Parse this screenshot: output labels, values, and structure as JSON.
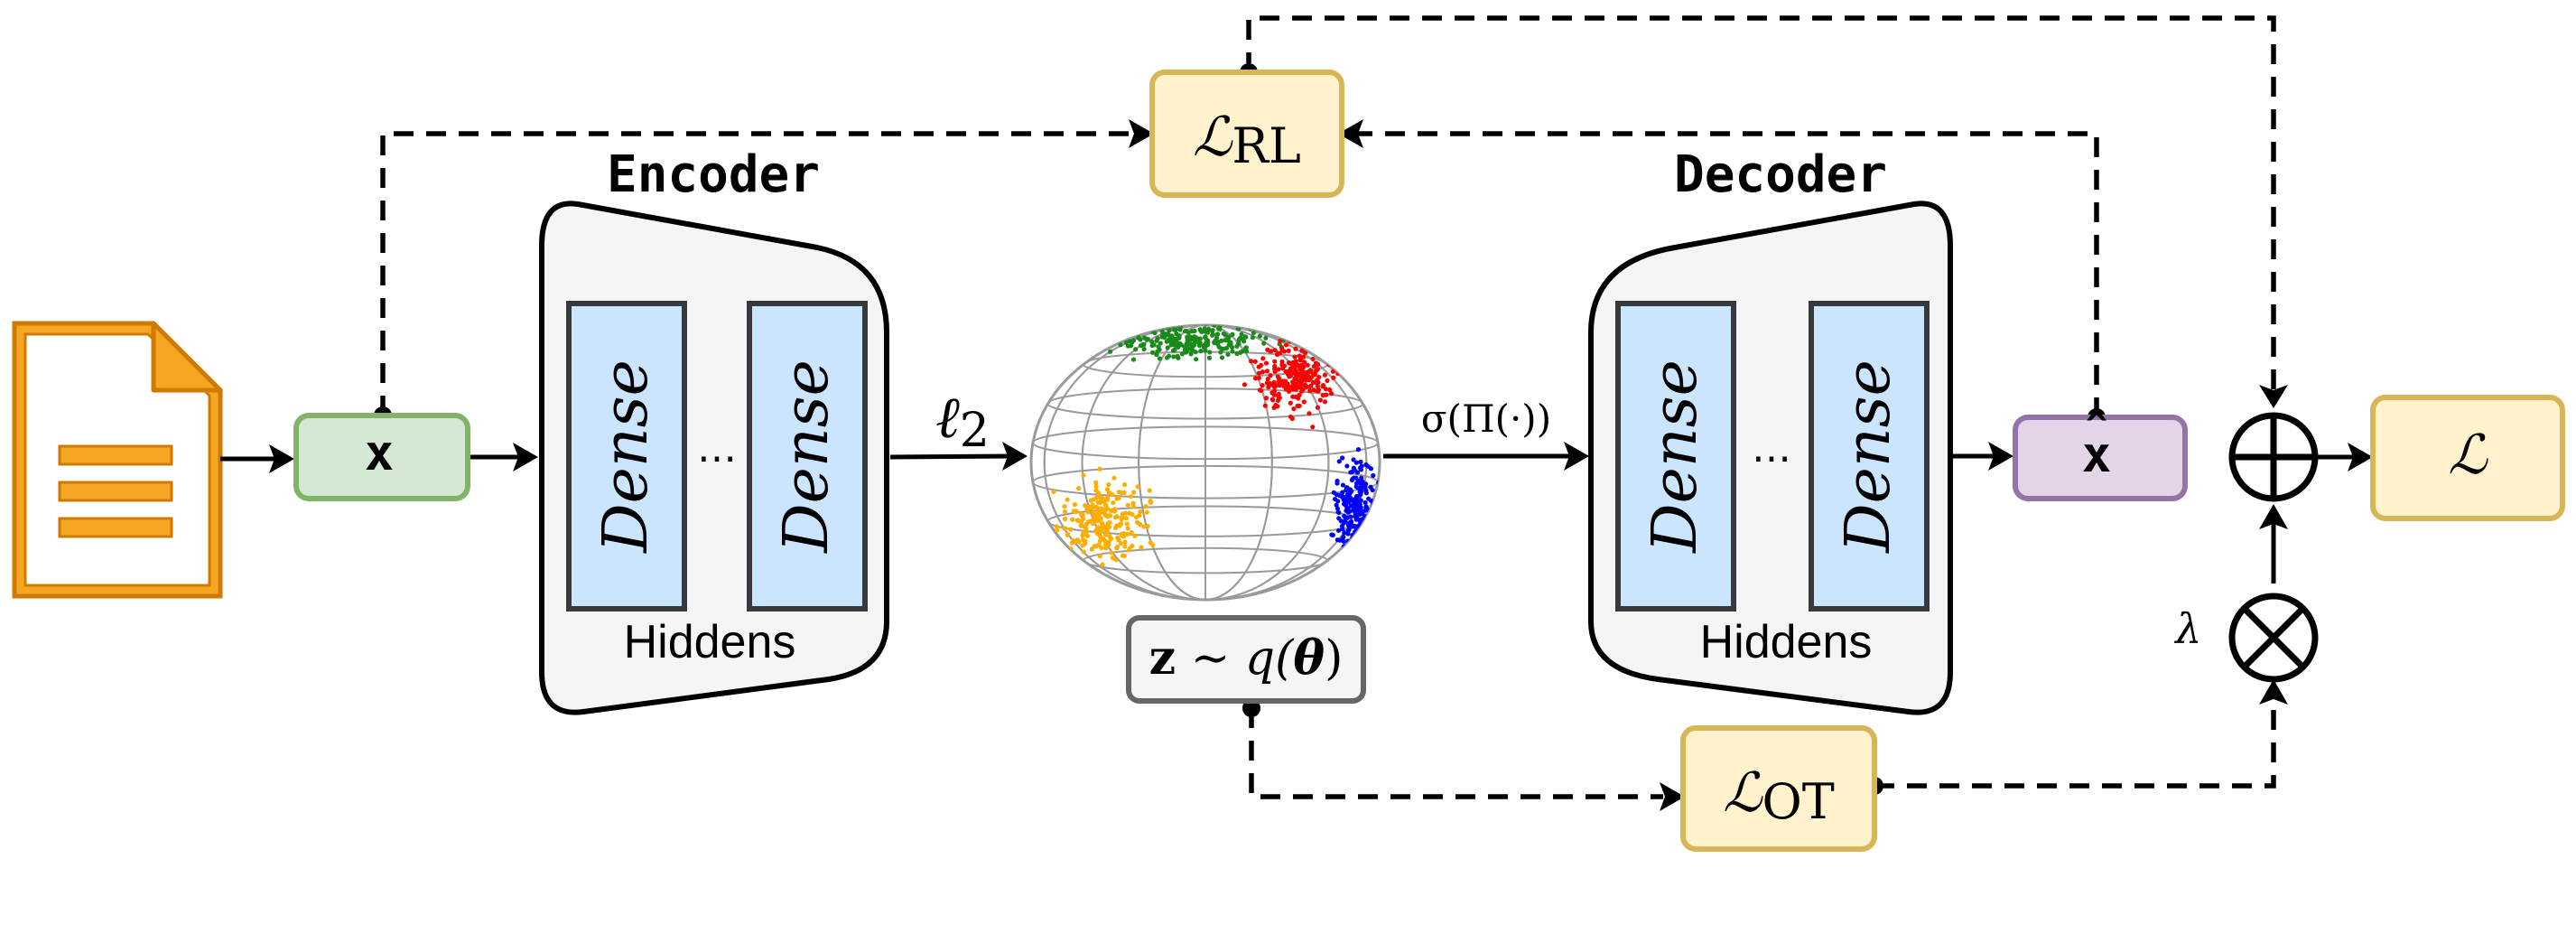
{
  "encoder": {
    "title": "Encoder",
    "layer_left": "Dense",
    "layer_right": "Dense",
    "dots": "⋯",
    "hiddens": "Hiddens"
  },
  "decoder": {
    "title": "Decoder",
    "layer_left": "Dense",
    "layer_right": "Dense",
    "dots": "⋯",
    "hiddens": "Hiddens"
  },
  "input": {
    "label": "x"
  },
  "reconstruction": {
    "label": "x",
    "hat": "^"
  },
  "loss_rl": {
    "script": "ℒ",
    "sub": "RL"
  },
  "loss_ot": {
    "script": "ℒ",
    "sub": "OT"
  },
  "loss_total": {
    "script": "ℒ"
  },
  "latent": {
    "z": "z",
    "text": " ∼ q(",
    "theta": "θ",
    "close": ")"
  },
  "l2_label": {
    "ell": "ℓ",
    "sub": "2"
  },
  "projection_label": "σ(Π(·))",
  "lambda": "λ",
  "plus_symbol": "⊕",
  "times_symbol": "⊗",
  "icons": [
    "document-icon",
    "sphere-icon",
    "sum-icon",
    "product-icon"
  ],
  "colors": {
    "input_fill": "#d5e8d4",
    "input_stroke": "#82b366",
    "recon_fill": "#e1d5e7",
    "recon_stroke": "#9673a6",
    "loss_fill": "#fff2cc",
    "loss_stroke": "#d6b656",
    "dense_fill": "#cce5ff",
    "dense_stroke": "#36393d",
    "block_fill": "#f5f5f5",
    "doc_fill": "#f5a623",
    "doc_stroke": "#d07a00",
    "clusters": [
      "#1a8a1a",
      "#ff0000",
      "#0000ff",
      "#ffae00"
    ]
  }
}
